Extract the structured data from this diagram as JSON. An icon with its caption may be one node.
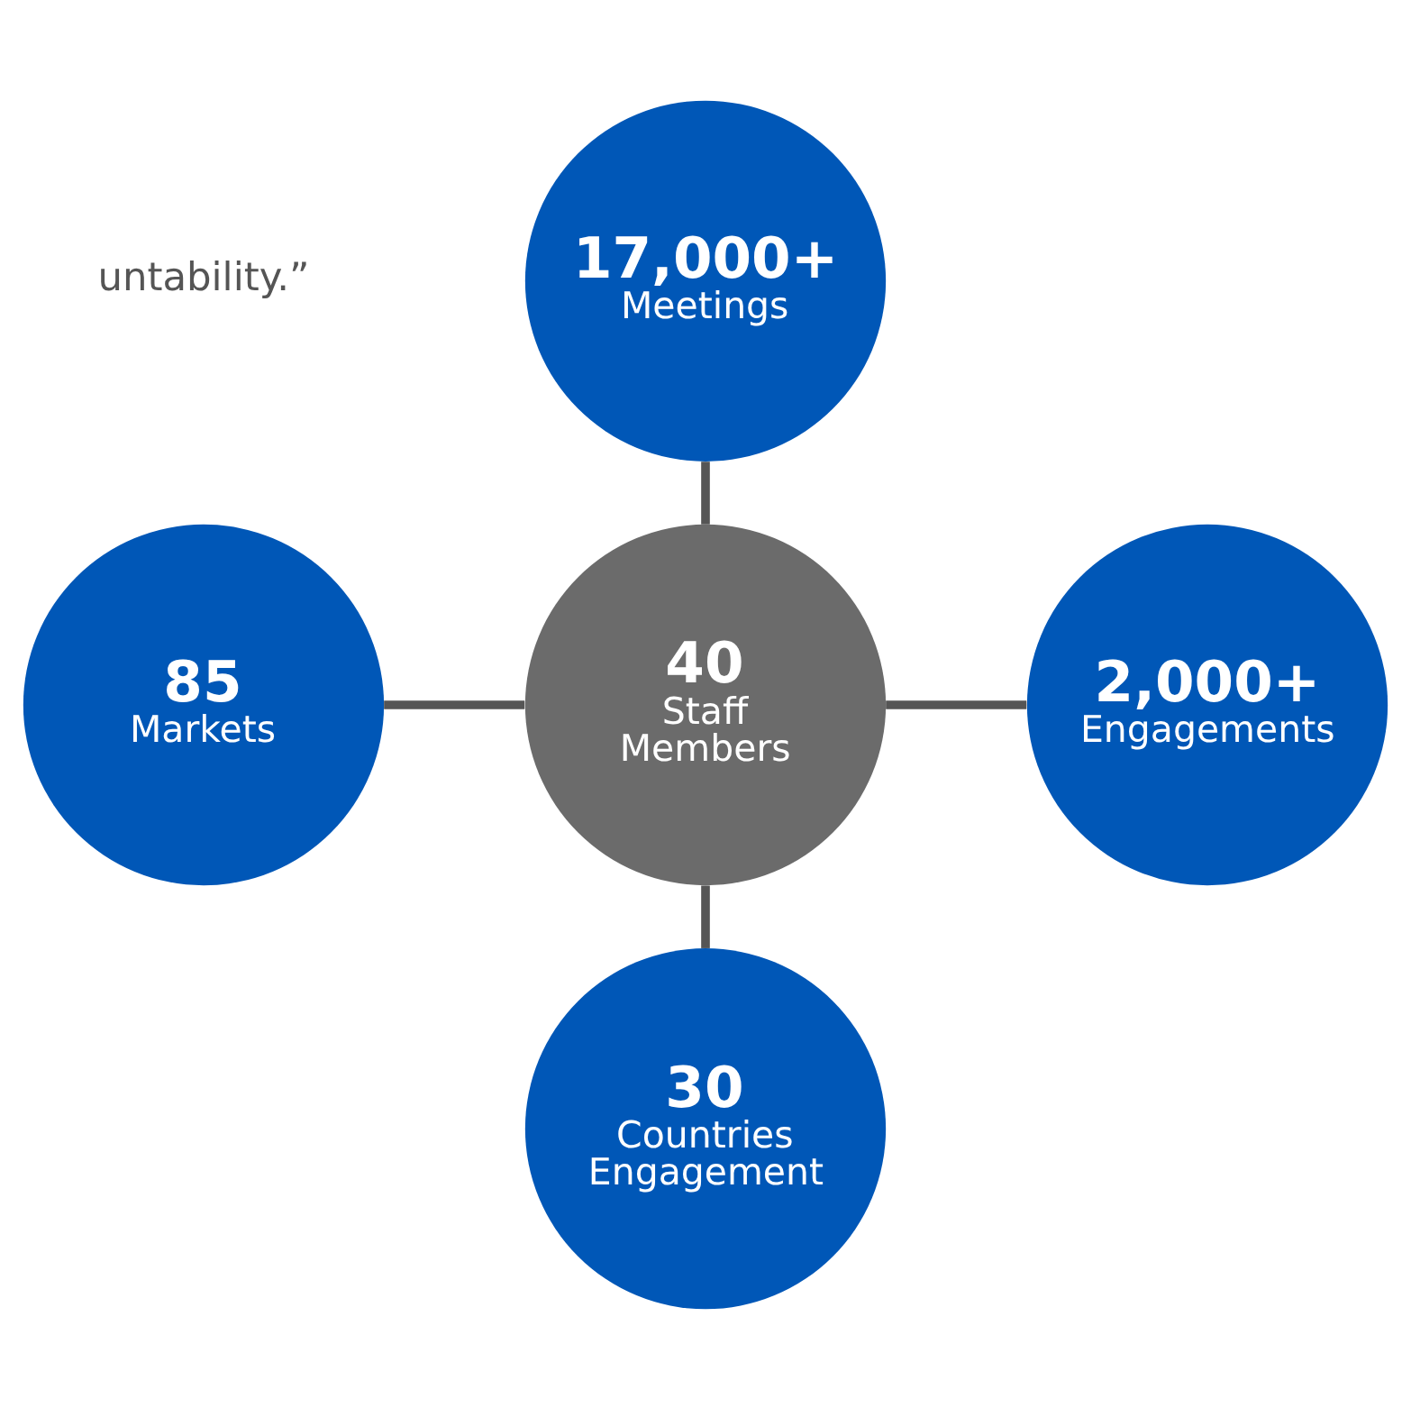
{
  "diagram": {
    "nodes": [
      {
        "text": [
          "17,000+",
          "Meetings"
        ]
      },
      {
        "text": [
          "85",
          "Markets"
        ]
      },
      {
        "text": [
          "40",
          "Staff Members"
        ]
      },
      {
        "text": [
          "2,000+",
          "Engagements"
        ]
      },
      {
        "text": [
          "30",
          "Countries Engagement"
        ]
      }
    ],
    "edges": [
      {
        "from": 0,
        "to": 2,
        "arrow": "none"
      },
      {
        "from": 1,
        "to": 2,
        "arrow": "none"
      },
      {
        "from": 2,
        "to": 3,
        "arrow": "none"
      },
      {
        "from": 2,
        "to": 4,
        "arrow": "none"
      }
    ],
    "labels": [
      "untability.”"
    ]
  }
}
